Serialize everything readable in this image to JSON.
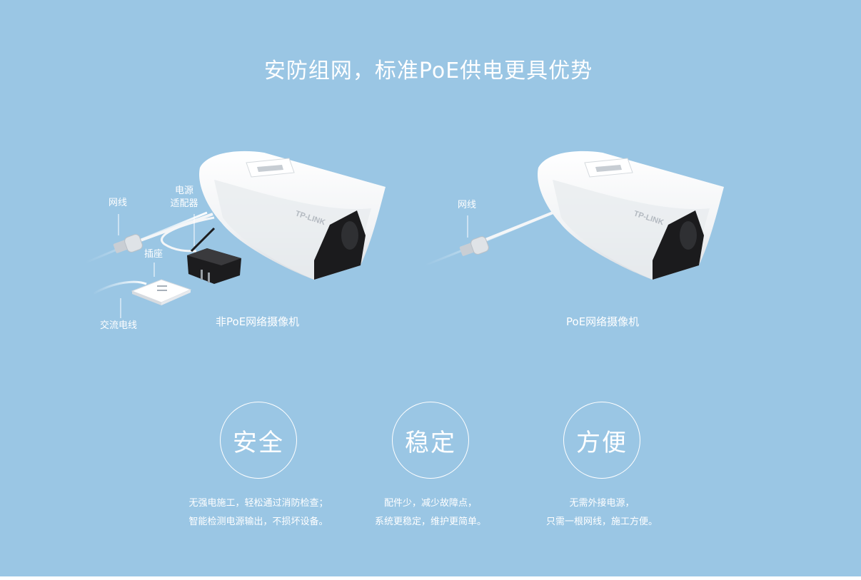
{
  "title": "安防组网，标准PoE供电更具优势",
  "left_scene": {
    "caption": "非PoE网络摄像机",
    "labels": {
      "network_cable": "网线",
      "power_adapter_line1": "电源",
      "power_adapter_line2": "适配器",
      "socket": "插座",
      "ac_power_cable": "交流电线"
    },
    "camera_brand": "TP-LINK"
  },
  "right_scene": {
    "caption": "PoE网络摄像机",
    "labels": {
      "network_cable": "网线"
    },
    "camera_brand": "TP-LINK"
  },
  "features": [
    {
      "title": "安全",
      "line1": "无强电施工，轻松通过消防检查；",
      "line2": "智能检测电源输出，不损坏设备。"
    },
    {
      "title": "稳定",
      "line1": "配件少，减少故障点，",
      "line2": "系统更稳定，维护更简单。"
    },
    {
      "title": "方便",
      "line1": "无需外接电源，",
      "line2": "只需一根网线，施工方便。"
    }
  ],
  "colors": {
    "background": "#9ac6e4",
    "text": "#ffffff"
  }
}
